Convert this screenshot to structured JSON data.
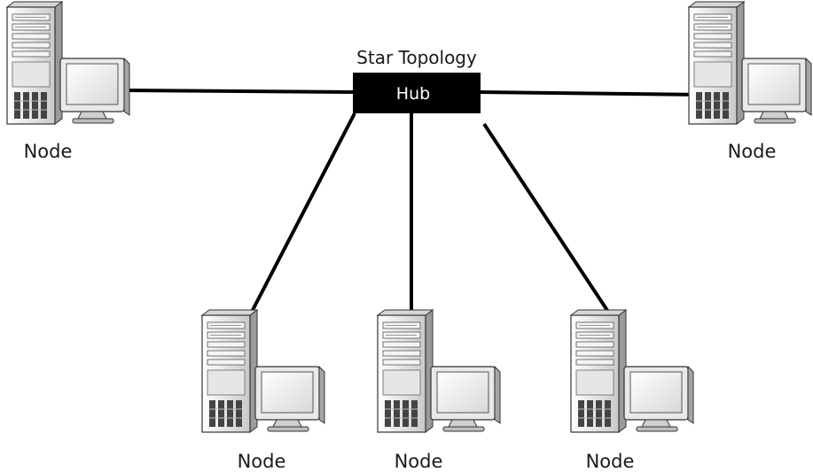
{
  "diagram": {
    "title": "Star Topology",
    "hub": {
      "label": "Hub"
    },
    "nodes": [
      {
        "label": "Node",
        "icon": "desktop-computer-icon"
      },
      {
        "label": "Node",
        "icon": "desktop-computer-icon"
      },
      {
        "label": "Node",
        "icon": "desktop-computer-icon"
      },
      {
        "label": "Node",
        "icon": "desktop-computer-icon"
      },
      {
        "label": "Node",
        "icon": "desktop-computer-icon"
      }
    ],
    "colors": {
      "hub_fill": "#000000",
      "link": "#000000",
      "background": "#ffffff"
    }
  }
}
